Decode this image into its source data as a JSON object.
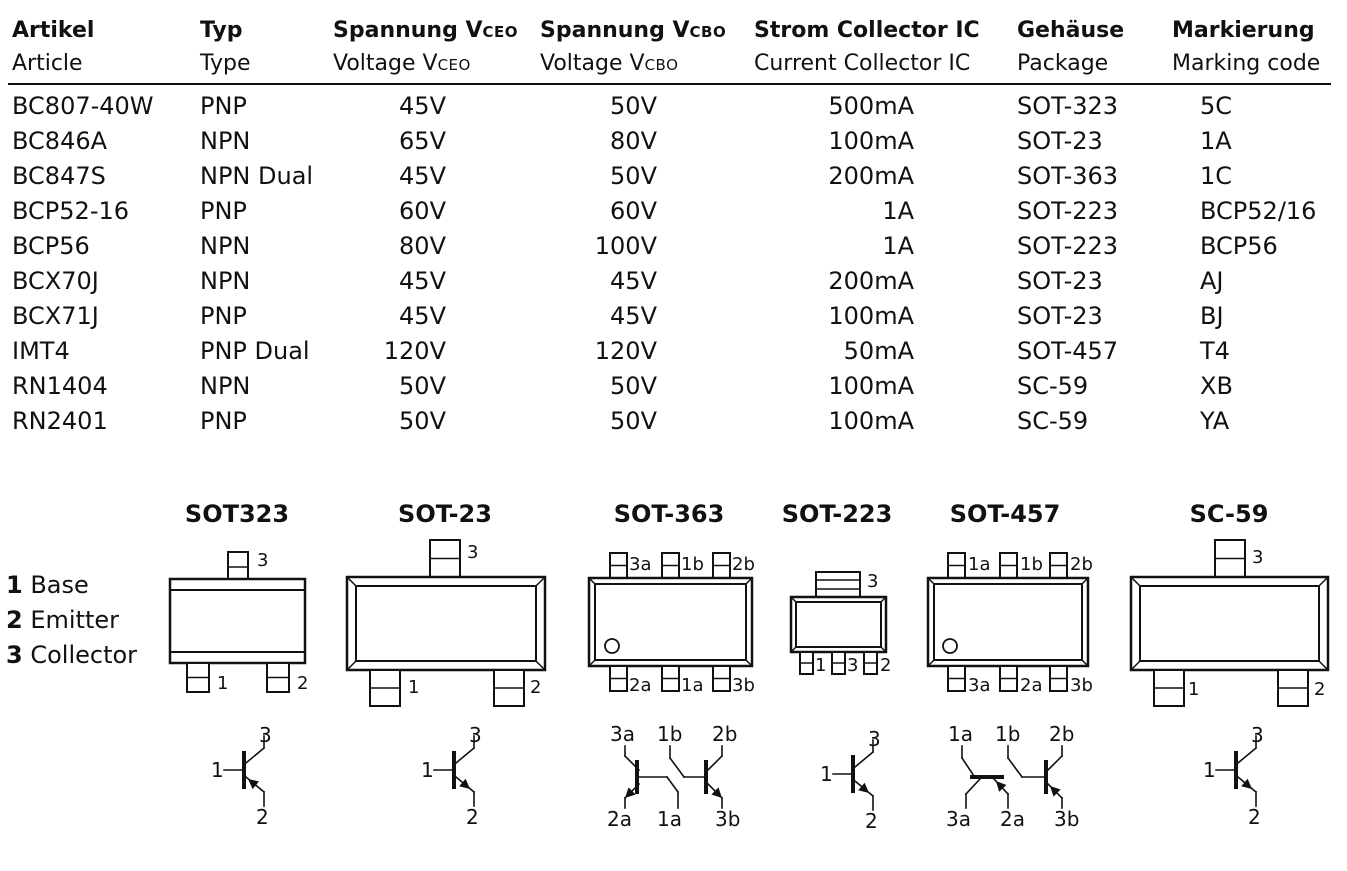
{
  "table": {
    "headers": [
      {
        "de": "Artikel",
        "en": "Article"
      },
      {
        "de": "Typ",
        "en": "Type"
      },
      {
        "de": "Spannung V",
        "de_sub": "CEO",
        "en": "Voltage V",
        "en_sub": "CEO"
      },
      {
        "de": "Spannung V",
        "de_sub": "CBO",
        "en": "Voltage V",
        "en_sub": "CBO"
      },
      {
        "de": "Strom Collector IC",
        "en": "Current Collector IC"
      },
      {
        "de": "Gehäuse",
        "en": "Package"
      },
      {
        "de": "Markierung",
        "en": "Marking code"
      }
    ],
    "rows": [
      {
        "article": "BC807-40W",
        "type": "PNP",
        "vceo": "45V",
        "vcbo": "50V",
        "ic": "500mA",
        "package": "SOT-323",
        "marking": "5C"
      },
      {
        "article": "BC846A",
        "type": "NPN",
        "vceo": "65V",
        "vcbo": "80V",
        "ic": "100mA",
        "package": "SOT-23",
        "marking": "1A"
      },
      {
        "article": "BC847S",
        "type": "NPN Dual",
        "vceo": "45V",
        "vcbo": "50V",
        "ic": "200mA",
        "package": "SOT-363",
        "marking": "1C"
      },
      {
        "article": "BCP52-16",
        "type": "PNP",
        "vceo": "60V",
        "vcbo": "60V",
        "ic": "1A",
        "package": "SOT-223",
        "marking": "BCP52/16"
      },
      {
        "article": "BCP56",
        "type": "NPN",
        "vceo": "80V",
        "vcbo": "100V",
        "ic": "1A",
        "package": "SOT-223",
        "marking": "BCP56"
      },
      {
        "article": "BCX70J",
        "type": "NPN",
        "vceo": "45V",
        "vcbo": "45V",
        "ic": "200mA",
        "package": "SOT-23",
        "marking": "AJ"
      },
      {
        "article": "BCX71J",
        "type": "PNP",
        "vceo": "45V",
        "vcbo": "45V",
        "ic": "100mA",
        "package": "SOT-23",
        "marking": "BJ"
      },
      {
        "article": "IMT4",
        "type": "PNP Dual",
        "vceo": "120V",
        "vcbo": "120V",
        "ic": "50mA",
        "package": "SOT-457",
        "marking": "T4"
      },
      {
        "article": "RN1404",
        "type": "NPN",
        "vceo": "50V",
        "vcbo": "50V",
        "ic": "100mA",
        "package": "SC-59",
        "marking": "XB"
      },
      {
        "article": "RN2401",
        "type": "PNP",
        "vceo": "50V",
        "vcbo": "50V",
        "ic": "100mA",
        "package": "SC-59",
        "marking": "YA"
      }
    ]
  },
  "legend": [
    {
      "num": "1",
      "label": "Base"
    },
    {
      "num": "2",
      "label": "Emitter"
    },
    {
      "num": "3",
      "label": "Collector"
    }
  ],
  "packages": [
    "SOT323",
    "SOT-23",
    "SOT-363",
    "SOT-223",
    "SOT-457",
    "SC-59"
  ],
  "pins": {
    "single": [
      "1",
      "2",
      "3"
    ],
    "dual": [
      "1a",
      "1b",
      "2a",
      "2b",
      "3a",
      "3b"
    ]
  }
}
